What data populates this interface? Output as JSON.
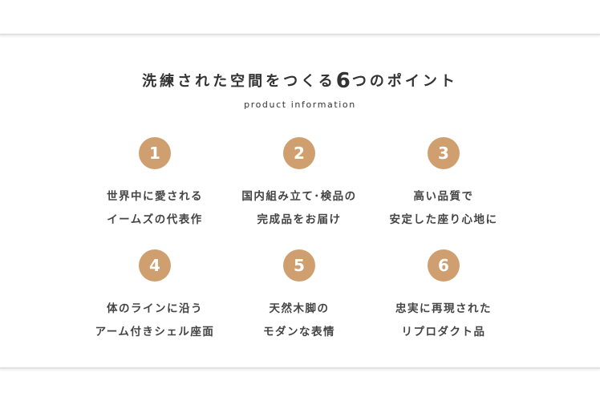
{
  "header": {
    "title_before": "洗練された空間をつくる",
    "title_number": "6",
    "title_after": "つのポイント",
    "subtitle": "product information"
  },
  "accent_color": "#cf9f6f",
  "points": [
    {
      "number": "1",
      "line1": "世界中に愛される",
      "line2": "イームズの代表作"
    },
    {
      "number": "2",
      "line1": "国内組み立て･検品の",
      "line2": "完成品をお届け"
    },
    {
      "number": "3",
      "line1": "高い品質で",
      "line2": "安定した座り心地に"
    },
    {
      "number": "4",
      "line1": "体のラインに沿う",
      "line2": "アーム付きシェル座面"
    },
    {
      "number": "5",
      "line1": "天然木脚の",
      "line2": "モダンな表情"
    },
    {
      "number": "6",
      "line1": "忠実に再現された",
      "line2": "リプロダクト品"
    }
  ]
}
